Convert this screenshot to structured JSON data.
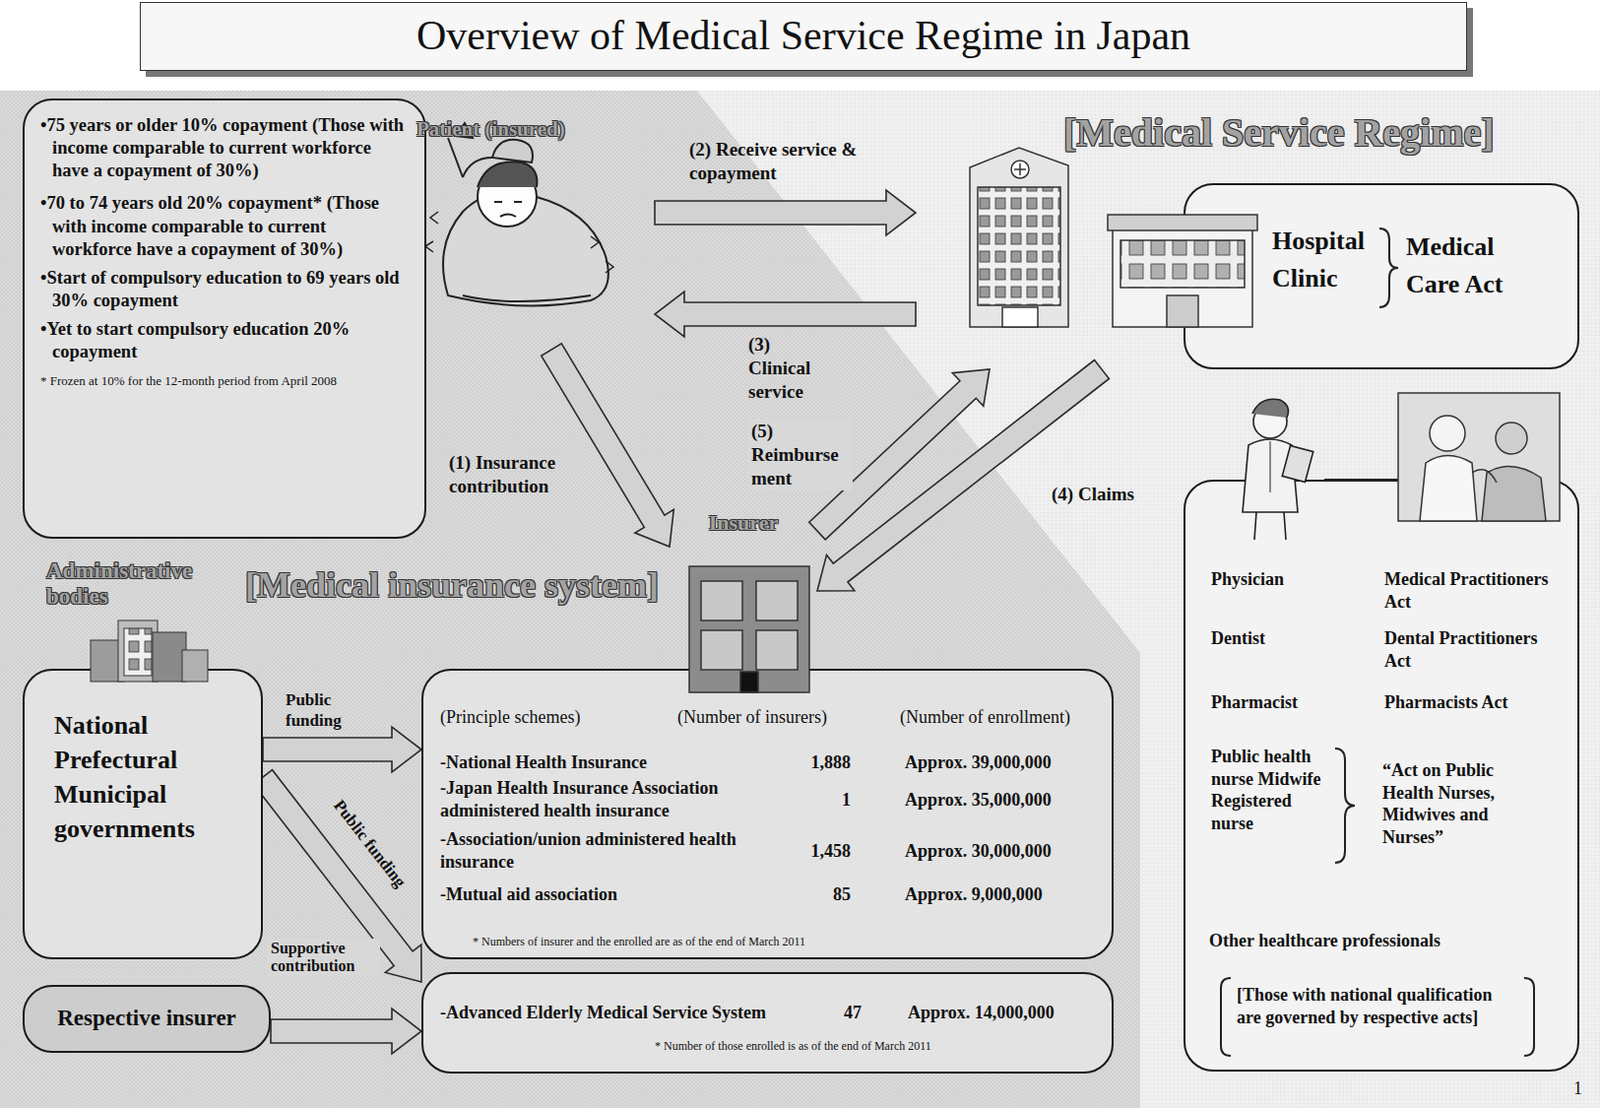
{
  "diagram": {
    "title": "Overview of Medical Service Regime in Japan",
    "nodes": [
      {
        "text": [
          "•75 years or older 10% copayment (Those with income comparable to current workforce have a copayment of 30%)",
          "•70 to 74 years old 20% copayment* (Those with income comparable to current workforce have a copayment of 30%)",
          "•Start of compulsory education to 69 years old 30% copayment",
          "•Yet to start compulsory education 20% copayment",
          "* Frozen at 10% for the 12-month period from April 2008"
        ]
      },
      {
        "text": [
          "Patient (insured)"
        ]
      },
      {
        "text": [
          "Hospital Clinic",
          "Medical Care Act"
        ]
      },
      {
        "text": [
          "Insurer"
        ]
      },
      {
        "text": [
          "Administrative bodies",
          "National Prefectural Municipal governments"
        ]
      },
      {
        "text": [
          "(Principle schemes)",
          "(Number of insurers)",
          "(Number of enrollment)",
          "-National Health Insurance",
          "1,888",
          "Approx. 39,000,000",
          "-Japan Health Insurance Association administered health insurance",
          "1",
          "Approx. 35,000,000",
          "-Association/union administered health insurance",
          "1,458",
          "Approx. 30,000,000",
          "-Mutual aid association",
          "85",
          "Approx. 9,000,000",
          "* Numbers of insurer and the enrolled are as of the end of March 2011"
        ]
      },
      {
        "text": [
          "Respective insurer"
        ]
      },
      {
        "text": [
          "-Advanced Elderly Medical Service System",
          "47",
          "Approx. 14,000,000",
          "* Number of those enrolled is as of the end of March 2011"
        ]
      },
      {
        "text": [
          "Physician",
          "Medical Practitioners Act",
          "Dentist",
          "Dental Practitioners Act",
          "Pharmacist",
          "Pharmacists Act",
          "Public health nurse Midwife Registered nurse",
          "“Act on Public Health Nurses, Midwives and Nurses”",
          "Other healthcare professionals",
          "[Those with national qualification are governed by respective acts]"
        ]
      }
    ],
    "edges": [
      {
        "from": 1,
        "to": 2,
        "label": "(2) Receive service & copayment",
        "arrow": "to"
      },
      {
        "from": 2,
        "to": 1,
        "label": "(3) Clinical service",
        "arrow": "to"
      },
      {
        "from": 1,
        "to": 3,
        "label": "(1) Insurance contribution",
        "arrow": "to"
      },
      {
        "from": 3,
        "to": 2,
        "label": "(5) Reimburse ment",
        "arrow": "to"
      },
      {
        "from": 2,
        "to": 3,
        "label": "(4) Claims",
        "arrow": "to"
      },
      {
        "from": 4,
        "to": 5,
        "label": "Public funding",
        "arrow": "to"
      },
      {
        "from": 4,
        "to": 7,
        "label": "Public funding",
        "arrow": "to"
      },
      {
        "from": 6,
        "to": 7,
        "label": "Supportive contribution",
        "arrow": "to"
      }
    ],
    "labels": [
      "[Medical Service Regime]",
      "[Medical insurance system]",
      "1"
    ]
  }
}
